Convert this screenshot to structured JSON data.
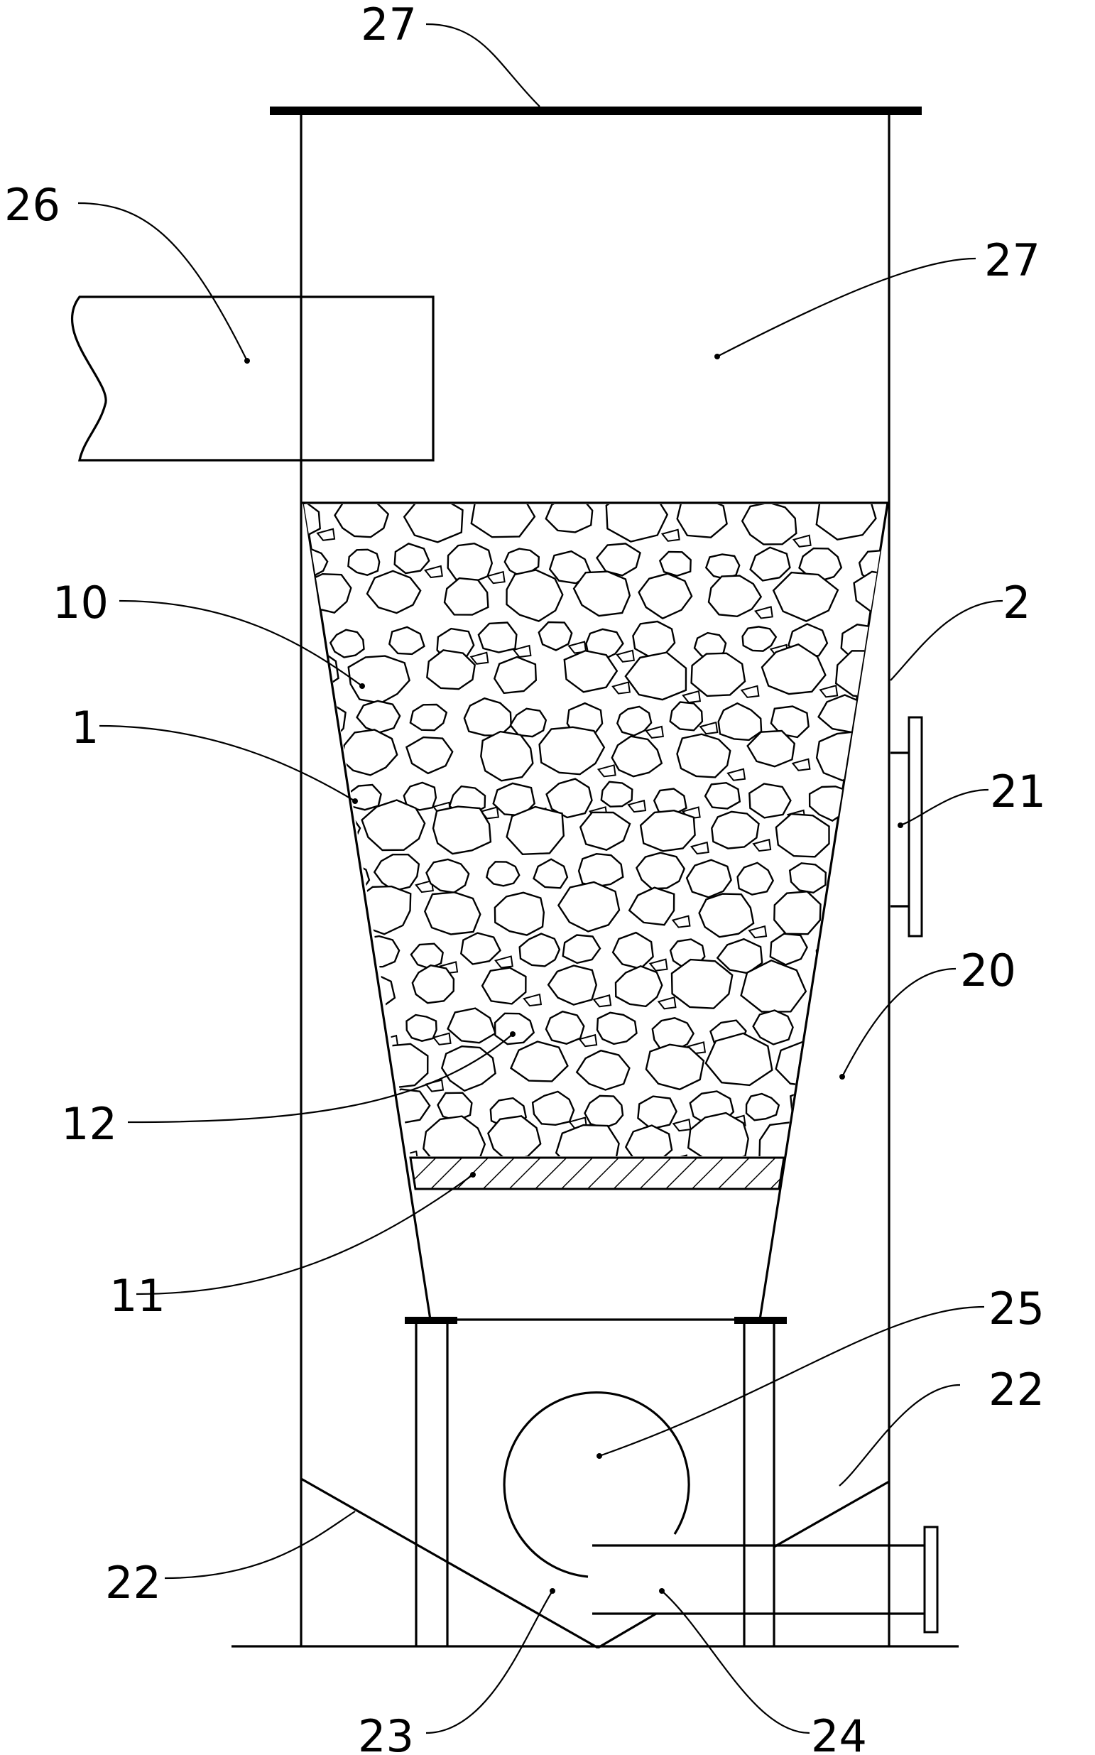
{
  "labels": {
    "lid_top": "27",
    "inlet_pipe": "26",
    "upper_chamber": "27",
    "packing_edge": "10",
    "filter_cone": "1",
    "outer_shell": "2",
    "side_window": "21",
    "annular_space": "20",
    "packing_stones": "12",
    "support_grid": "11",
    "fan": "25",
    "bottom_plate_right": "22",
    "bottom_plate_left": "22",
    "collection_bottom": "23",
    "outlet_pipe": "24"
  },
  "colors": {
    "line": "#000000",
    "background": "#ffffff"
  }
}
